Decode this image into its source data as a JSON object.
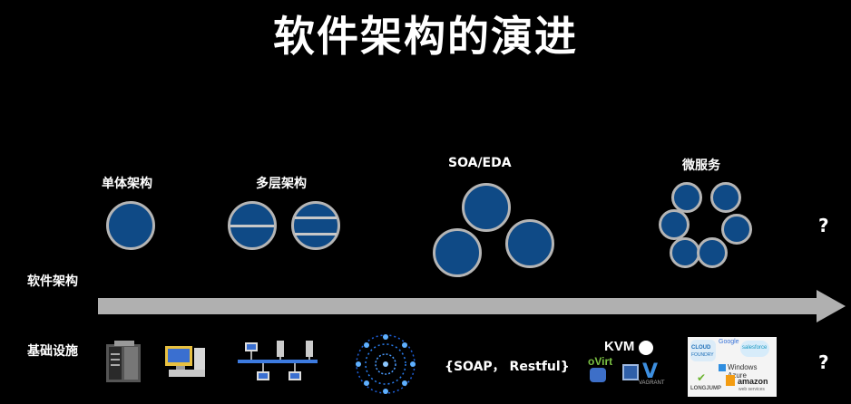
{
  "title": "软件架构的演进",
  "stages": {
    "monolith": "单体架构",
    "multitier": "多层架构",
    "soa": "SOA/EDA",
    "micro": "微服务"
  },
  "axis": {
    "architecture": "软件架构",
    "infrastructure": "基础设施"
  },
  "unknown_top": "?",
  "unknown_bottom": "?",
  "protocols": "{SOAP， Restful}",
  "logos": {
    "kvm": "KVM",
    "ovirt": "oVirt",
    "vagrant": "VAGRANT",
    "cloud": "CLOUD",
    "foundry": "FOUNDRY",
    "google": "Google",
    "salesforce": "salesforce",
    "azure": "Windows Azure",
    "longjump": "LONGJUMP",
    "amazon": "amazon",
    "webservices": "web services"
  },
  "colors": {
    "circle_fill": "#0f4a86",
    "circle_border": "#b5b5b5",
    "arrow": "#b0b0b0"
  }
}
